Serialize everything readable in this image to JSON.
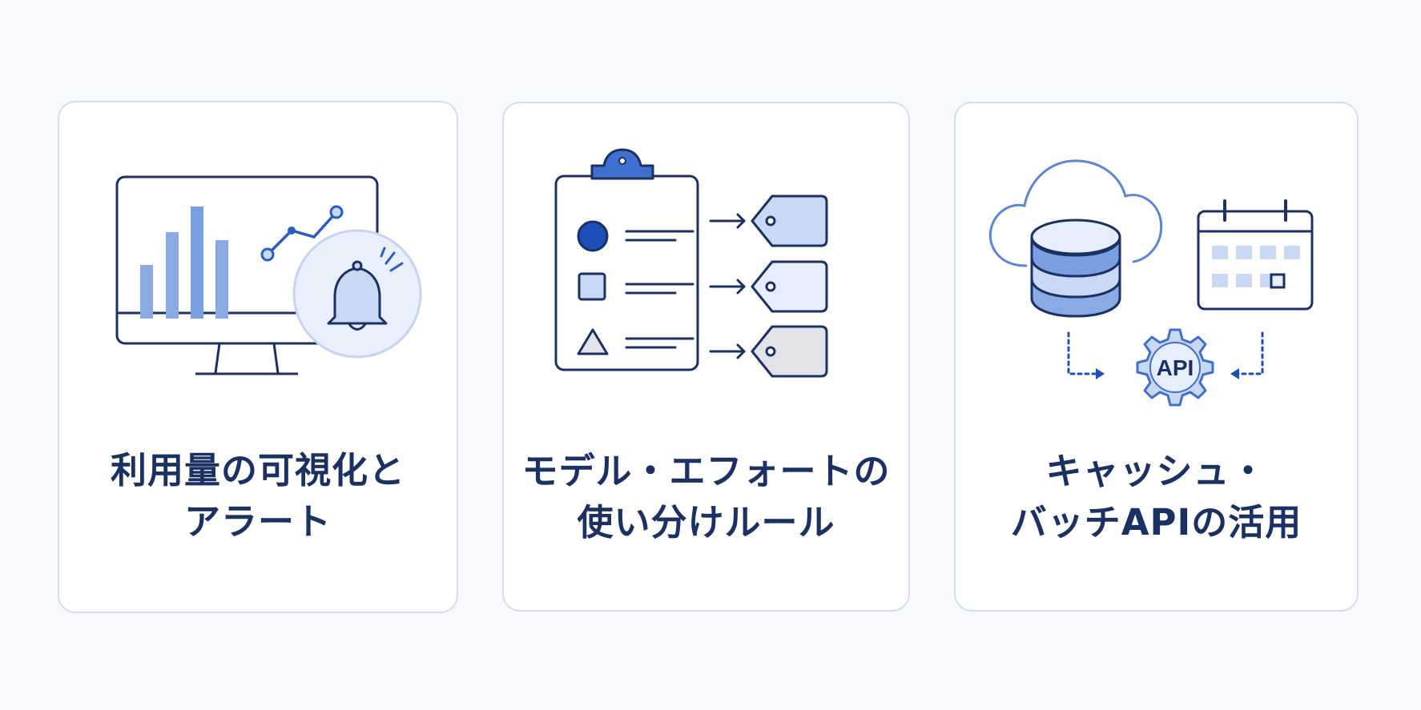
{
  "colors": {
    "navy": "#1b3063",
    "blue_dark": "#1d4fb8",
    "blue_mid": "#7a9fe0",
    "blue_light": "#c9d9f4",
    "blue_pale": "#e6eefb",
    "gray_light": "#e1e3e8",
    "card_border": "#d4ddee",
    "background": "#f8f9fc"
  },
  "cards": [
    {
      "icons": [
        "monitor-icon",
        "bar-chart-icon",
        "line-chart-icon",
        "bell-icon"
      ],
      "caption_lines": [
        "利用量の可視化と",
        "アラート"
      ]
    },
    {
      "icons": [
        "clipboard-icon",
        "circle-shape-icon",
        "square-shape-icon",
        "triangle-shape-icon",
        "arrow-right-icon",
        "tag-icon"
      ],
      "caption_lines": [
        "モデル・エフォートの",
        "使い分けルール"
      ]
    },
    {
      "icons": [
        "cloud-icon",
        "database-icon",
        "calendar-icon",
        "gear-icon",
        "dotted-arrow-icon"
      ],
      "api_label": "API",
      "caption_lines": [
        "キャッシュ・",
        "バッチAPIの活用"
      ]
    }
  ]
}
